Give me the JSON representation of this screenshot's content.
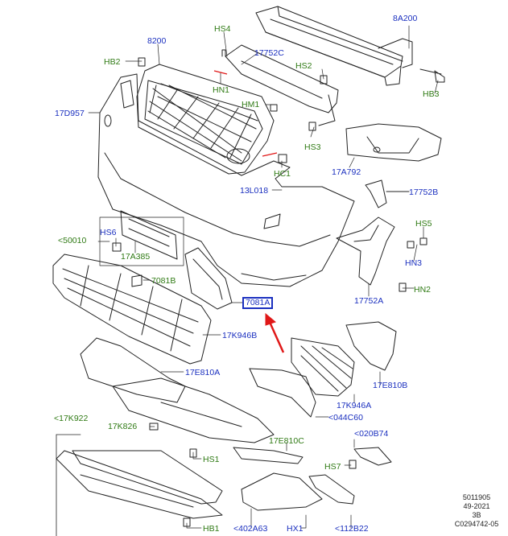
{
  "colors": {
    "blue_label": "#1a2fbf",
    "green_label": "#2f7a14",
    "arrow": "#e01818",
    "line": "#222222"
  },
  "labels": {
    "p8A200": "8A200",
    "hs4": "HS4",
    "p8200": "8200",
    "p17752C": "17752C",
    "hb2": "HB2",
    "hs2": "HS2",
    "hb3": "HB3",
    "p17D957": "17D957",
    "hn1": "HN1",
    "hm1": "HM1",
    "hs3": "HS3",
    "p17A792": "17A792",
    "hc1": "HC1",
    "p13L018": "13L018",
    "p17752B": "17752B",
    "hs5": "HS5",
    "hs6": "HS6",
    "p50010": "<50010",
    "p17A385": "17A385",
    "hn3": "HN3",
    "p7081B": "7081B",
    "hn2": "HN2",
    "p17752A": "17752A",
    "p7081A": "7081A",
    "p17K946B": "17K946B",
    "p17E810A": "17E810A",
    "p17E810B": "17E810B",
    "p17K946A": "17K946A",
    "p044C60": "<044C60",
    "p17K922": "<17K922",
    "p17K826": "17K826",
    "p020B74": "<020B74",
    "p17E810C": "17E810C",
    "hs1": "HS1",
    "hs7": "HS7",
    "hb1": "HB1",
    "p402A63": "<402A63",
    "hx1": "HX1",
    "p112B22": "<112B22"
  },
  "meta": {
    "line1": "5011905",
    "line2": "49-2021",
    "line3": "3B",
    "line4": "C0294742-05"
  }
}
